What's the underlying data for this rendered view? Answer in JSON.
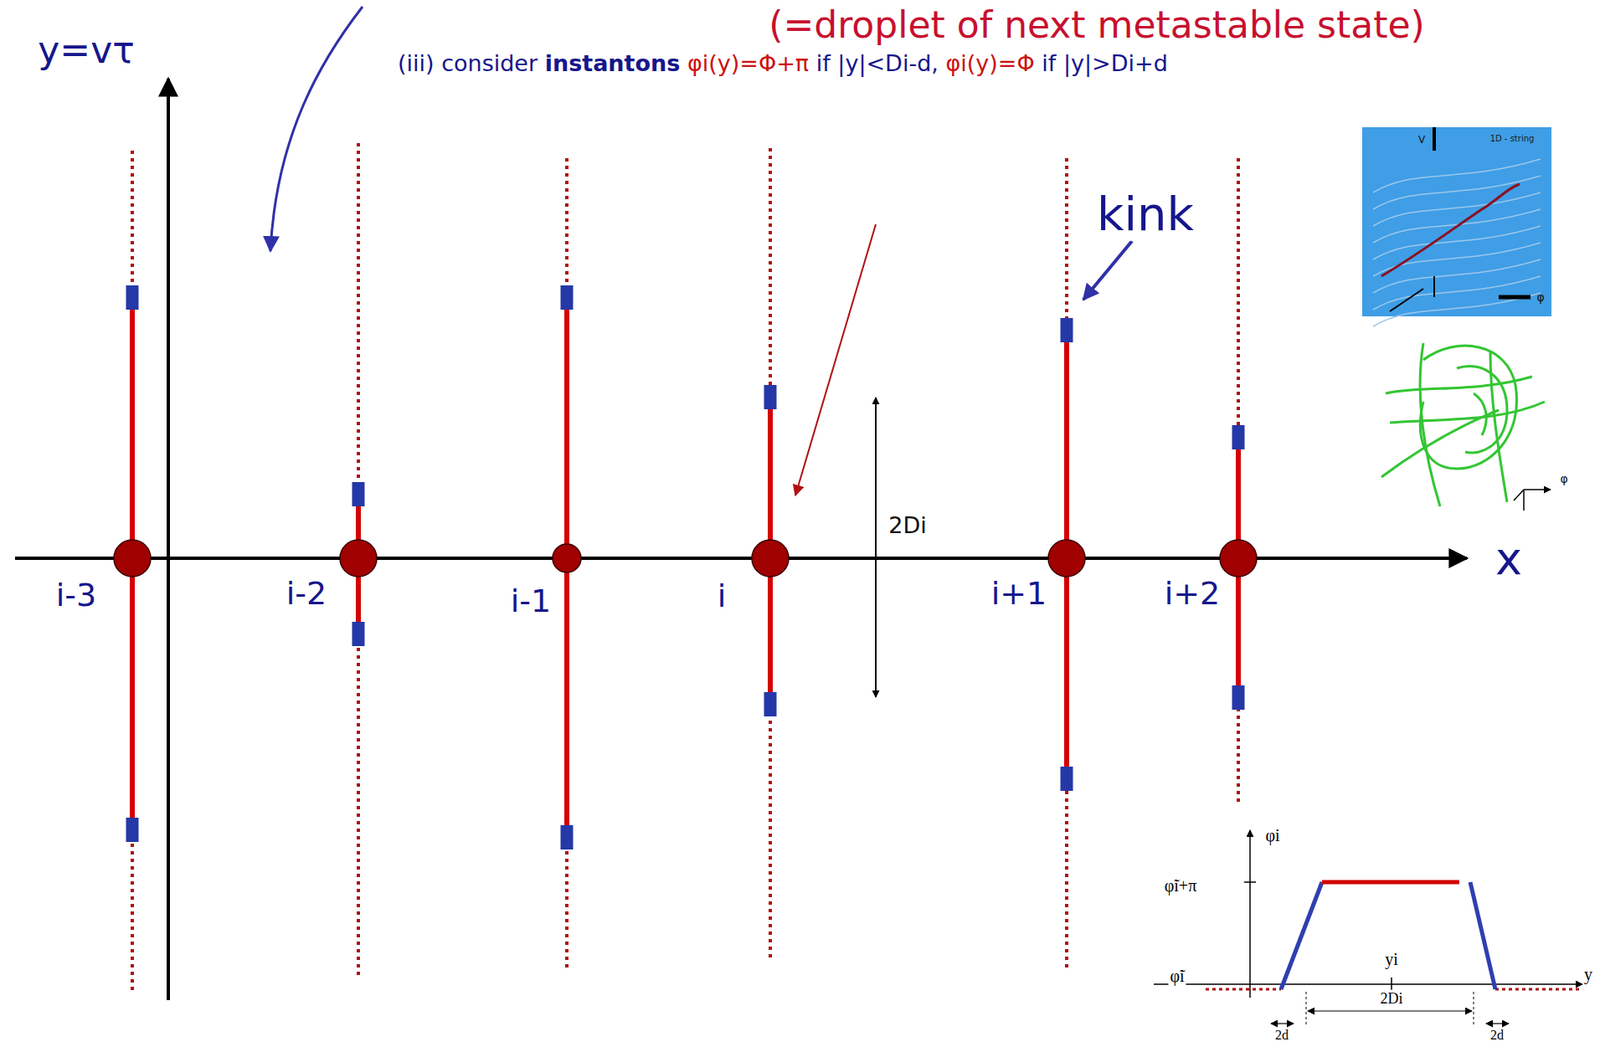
{
  "diagram": {
    "labels": [
      "(=droplet of next metastable state)",
      "(iii) consider",
      "instantons",
      "φi(y)=Φ+π",
      "if |y|<Di-d,",
      "φi(y)=Φ",
      "if |y|>Di+d",
      "y=vτ",
      "x",
      "kink",
      "2Di",
      "i-3",
      "i-2",
      "i-1",
      "i",
      "i+1",
      "i+2",
      "1D - string",
      "V",
      "φ",
      "φ",
      "φi",
      "φ̃i+π",
      "φ̃i",
      "yi",
      "2Di",
      "2d",
      "2d",
      "y"
    ]
  }
}
